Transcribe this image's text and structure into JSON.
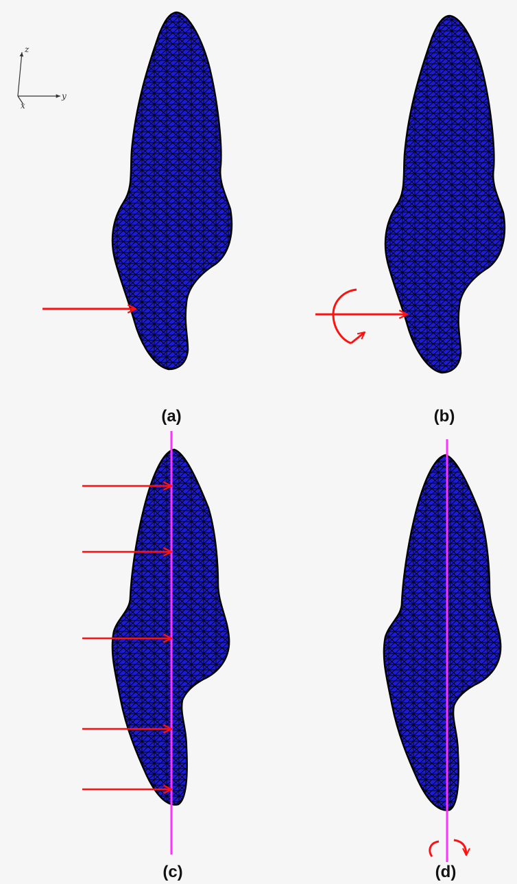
{
  "figure": {
    "background_color": "#f6f6f6",
    "mesh_fill_color": "#1c1cd8",
    "mesh_edge_color": "#000000",
    "arrow_color": "#ff1111",
    "axis_line_color": "#ff33ff",
    "panels": [
      {
        "id": "a",
        "caption": "(a)",
        "loading": "single point force"
      },
      {
        "id": "b",
        "caption": "(b)",
        "loading": "point force with moment"
      },
      {
        "id": "c",
        "caption": "(c)",
        "loading": "distributed forces along axis"
      },
      {
        "id": "d",
        "caption": "(d)",
        "loading": "torsion about axis"
      }
    ],
    "axes_icon": {
      "labels": {
        "vertical": "z",
        "horizontal": "y",
        "out_of_plane": "x"
      }
    }
  }
}
